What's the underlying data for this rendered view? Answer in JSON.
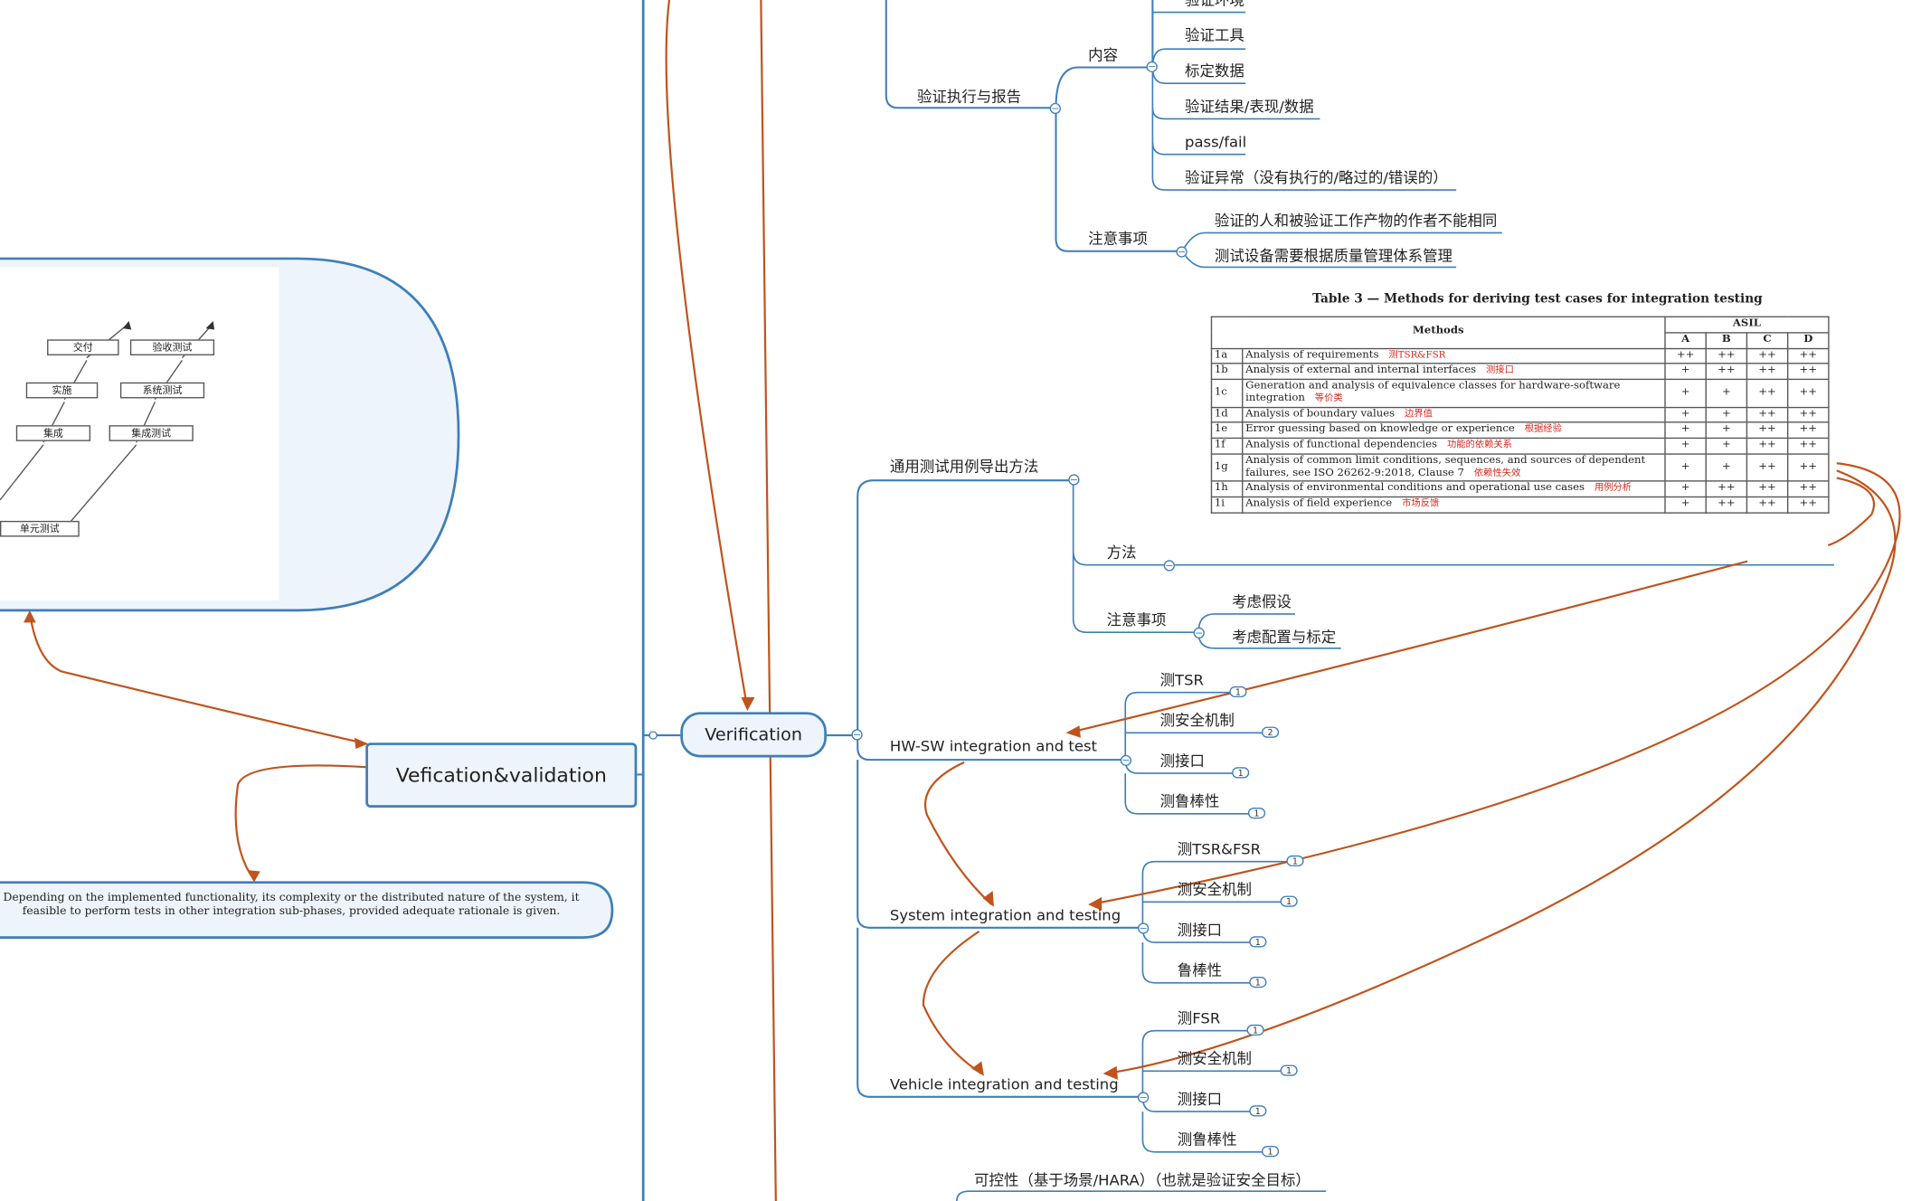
{
  "colors": {
    "branch": "#3f7fb8",
    "relation": "#c0531c",
    "note_red": "#d9261c",
    "topic_fill": "#eef4fb"
  },
  "nodes": {
    "validation": "Vefication&validation",
    "verification": "Verification",
    "report": "验证执行与报告",
    "content": "内容",
    "content_items": [
      "验证环境",
      "验证工具",
      "标定数据",
      "验证结果/表现/数据",
      "pass/fail",
      "验证异常（没有执行的/略过的/错误的）"
    ],
    "attention": "注意事项",
    "attention_items": [
      "验证的人和被验证工作产物的作者不能相同",
      "测试设备需要根据质量管理体系管理"
    ],
    "general_methods": "通用测试用例导出方法",
    "method": "方法",
    "attention2": "注意事项",
    "attention2_items": [
      "考虑假设",
      "考虑配置与标定"
    ],
    "hwsw": "HW-SW integration and test",
    "hwsw_items": [
      "测TSR",
      "测安全机制",
      "测接口",
      "测鲁棒性"
    ],
    "hwsw_badges": [
      "1",
      "2",
      "1",
      "1"
    ],
    "system": "System integration and testing",
    "system_items": [
      "测TSR&FSR",
      "测安全机制",
      "测接口",
      "鲁棒性"
    ],
    "system_badges": [
      "1",
      "1",
      "1",
      "1"
    ],
    "vehicle": "Vehicle integration and testing",
    "vehicle_items": [
      "测FSR",
      "测安全机制",
      "测接口",
      "测鲁棒性"
    ],
    "vehicle_badges": [
      "1",
      "1",
      "1",
      "1"
    ],
    "controllability": "可控性（基于场景/HARA）（也就是验证安全目标）"
  },
  "table": {
    "title": "Table 3 — Methods for deriving test cases for integration testing",
    "header_methods": "Methods",
    "header_asil": "ASIL",
    "asil_cols": [
      "A",
      "B",
      "C",
      "D"
    ],
    "rows": [
      {
        "id": "1a",
        "method": "Analysis of requirements",
        "note": "测TSR&FSR",
        "vals": [
          "++",
          "++",
          "++",
          "++"
        ]
      },
      {
        "id": "1b",
        "method": "Analysis of external and internal interfaces",
        "note": "测接口",
        "vals": [
          "+",
          "++",
          "++",
          "++"
        ]
      },
      {
        "id": "1c",
        "method": "Generation and analysis of equivalence classes for hardware-software integration",
        "note": "等价类",
        "vals": [
          "+",
          "+",
          "++",
          "++"
        ]
      },
      {
        "id": "1d",
        "method": "Analysis of boundary values",
        "note": "边界值",
        "vals": [
          "+",
          "+",
          "++",
          "++"
        ]
      },
      {
        "id": "1e",
        "method": "Error guessing based on knowledge or experience",
        "note": "根据经验",
        "vals": [
          "+",
          "+",
          "++",
          "++"
        ]
      },
      {
        "id": "1f",
        "method": "Analysis of functional dependencies",
        "note": "功能的依赖关系",
        "vals": [
          "+",
          "+",
          "++",
          "++"
        ]
      },
      {
        "id": "1g",
        "method": "Analysis of common limit conditions, sequences, and sources of dependent failures, see ISO 26262-9:2018, Clause 7",
        "note": "依赖性失效",
        "vals": [
          "+",
          "+",
          "++",
          "++"
        ]
      },
      {
        "id": "1h",
        "method": "Analysis of environmental conditions and operational use cases",
        "note": "用例分析",
        "vals": [
          "+",
          "++",
          "++",
          "++"
        ]
      },
      {
        "id": "1i",
        "method": "Analysis of field experience",
        "note": "市场反馈",
        "vals": [
          "+",
          "++",
          "++",
          "++"
        ]
      }
    ]
  },
  "v_model_image": {
    "boxes": [
      "交付",
      "验收测试",
      "实施",
      "系统测试",
      "集成",
      "集成测试",
      "单元测试"
    ]
  },
  "quote": {
    "line1": "Depending on the implemented functionality, its complexity or the distributed nature of the system, it",
    "line2": "feasible to perform tests in other integration sub-phases, provided adequate rationale is given."
  }
}
